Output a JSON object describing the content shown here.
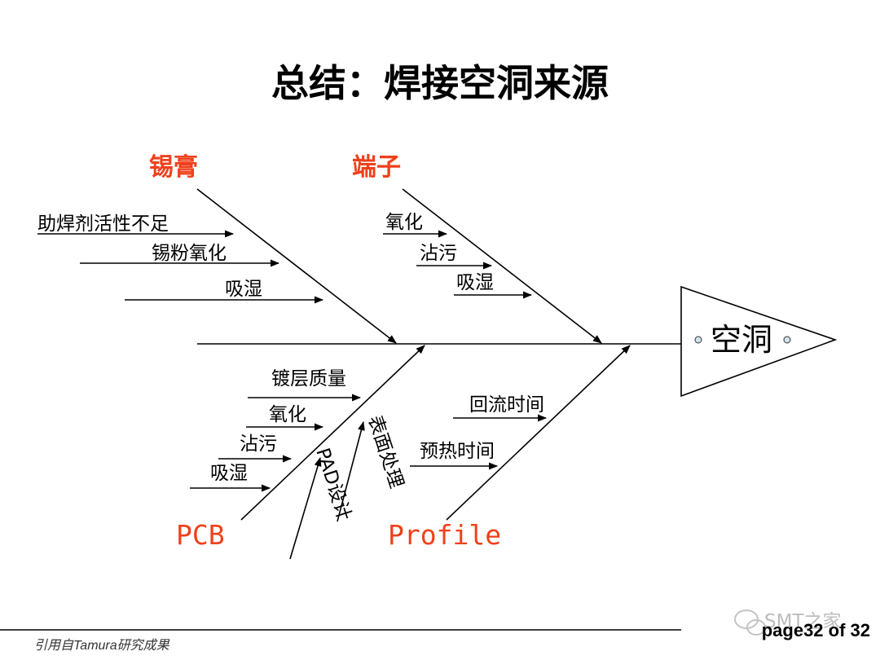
{
  "title": "总结：焊接空洞来源",
  "effect": {
    "label": "空洞"
  },
  "categories": {
    "solder_paste": {
      "label": "锡膏",
      "causes": [
        "助焊剂活性不足",
        "锡粉氧化",
        "吸湿"
      ]
    },
    "terminal": {
      "label": "端子",
      "causes": [
        "氧化",
        "沾污",
        "吸湿"
      ]
    },
    "pcb": {
      "label": "PCB",
      "causes": [
        "镀层质量",
        "氧化",
        "沾污",
        "吸湿"
      ],
      "slanted_causes": [
        "PAD设计",
        "表面处理"
      ]
    },
    "profile": {
      "label": "Profile",
      "causes": [
        "回流时间",
        "预热时间"
      ]
    }
  },
  "footer": {
    "source": "引用自Tamura研究成果",
    "page": "page32 of 32",
    "watermark": "SMT之家"
  }
}
